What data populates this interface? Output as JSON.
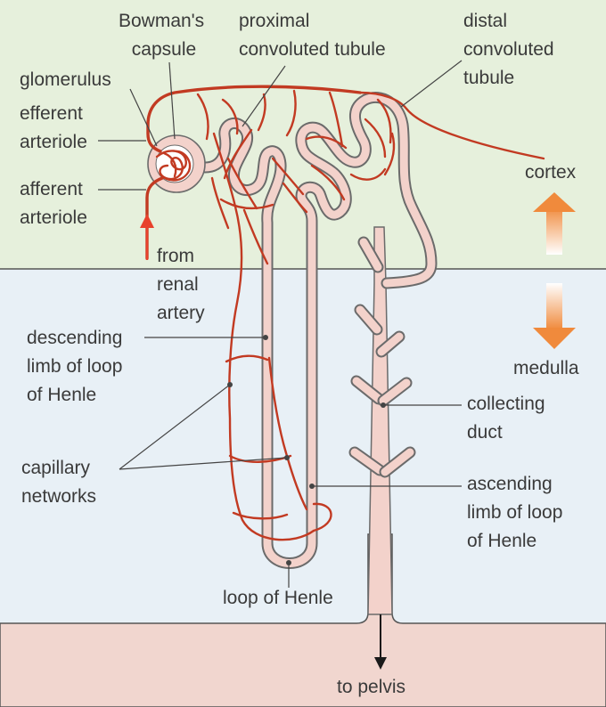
{
  "labels": {
    "bowmans_capsule": [
      "Bowman's",
      "capsule"
    ],
    "proximal_tubule": [
      "proximal",
      "convoluted tubule"
    ],
    "distal_tubule": [
      "distal",
      "convoluted",
      "tubule"
    ],
    "glomerulus": "glomerulus",
    "efferent_arteriole": [
      "efferent",
      "arteriole"
    ],
    "afferent_arteriole": [
      "afferent",
      "arteriole"
    ],
    "from_renal_artery": [
      "from",
      "renal",
      "artery"
    ],
    "cortex": "cortex",
    "medulla": "medulla",
    "descending_limb": [
      "descending",
      "limb of loop",
      "of Henle"
    ],
    "collecting_duct": [
      "collecting",
      "duct"
    ],
    "capillary_networks": [
      "capillary",
      "networks"
    ],
    "ascending_limb": [
      "ascending",
      "limb of loop",
      "of Henle"
    ],
    "loop_of_henle": "loop of Henle",
    "to_pelvis": "to pelvis"
  },
  "colors": {
    "cortex_bg": "#e6f0dc",
    "medulla_bg": "#e8f0f6",
    "pelvis_bg": "#f1d6cf",
    "tubule_fill": "#f3d2cb",
    "blood_vessel": "#c23a22",
    "arrow_orange": "#f08a3c",
    "arrow_red": "#e8412c"
  }
}
